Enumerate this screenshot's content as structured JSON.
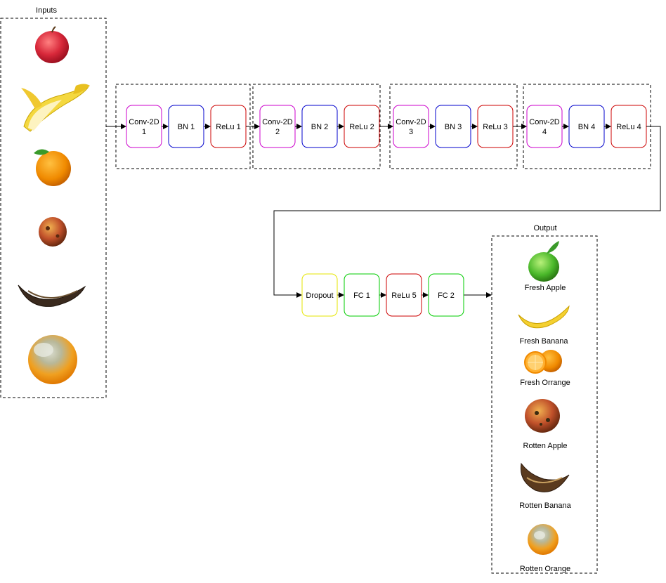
{
  "inputs": {
    "title": "Inputs",
    "items": [
      {
        "icon": "apple-icon"
      },
      {
        "icon": "peeled-banana-icon"
      },
      {
        "icon": "orange-icon"
      },
      {
        "icon": "rotten-apple-icon"
      },
      {
        "icon": "rotten-banana-icon"
      },
      {
        "icon": "moldy-orange-icon"
      }
    ]
  },
  "blocks": [
    {
      "conv": [
        "Conv-2D",
        "1"
      ],
      "bn": "BN 1",
      "relu": "ReLu 1"
    },
    {
      "conv": [
        "Conv-2D",
        "2"
      ],
      "bn": "BN 2",
      "relu": "ReLu 2"
    },
    {
      "conv": [
        "Conv-2D",
        "3"
      ],
      "bn": "BN 3",
      "relu": "ReLu 3"
    },
    {
      "conv": [
        "Conv-2D",
        "4"
      ],
      "bn": "BN 4",
      "relu": "ReLu 4"
    }
  ],
  "head": {
    "dropout": "Dropout",
    "fc1": "FC 1",
    "relu5": "ReLu 5",
    "fc2": "FC 2"
  },
  "output": {
    "title": "Output",
    "items": [
      {
        "label": "Fresh Apple",
        "icon": "green-apple-icon"
      },
      {
        "label": "Fresh Banana",
        "icon": "banana-icon"
      },
      {
        "label": "Fresh Orrange",
        "icon": "orange-slice-icon"
      },
      {
        "label": "Rotten Apple",
        "icon": "rotten-apple-icon"
      },
      {
        "label": "Rotten Banana",
        "icon": "rotten-banana-icon"
      },
      {
        "label": "Rotten Orange",
        "icon": "moldy-orange-icon"
      }
    ]
  },
  "colors": {
    "conv": "#cc00cc",
    "bn": "#0000cc",
    "relu": "#cc0000",
    "dropout": "#e6e600",
    "fc": "#00cc00",
    "connector": "#000000"
  }
}
